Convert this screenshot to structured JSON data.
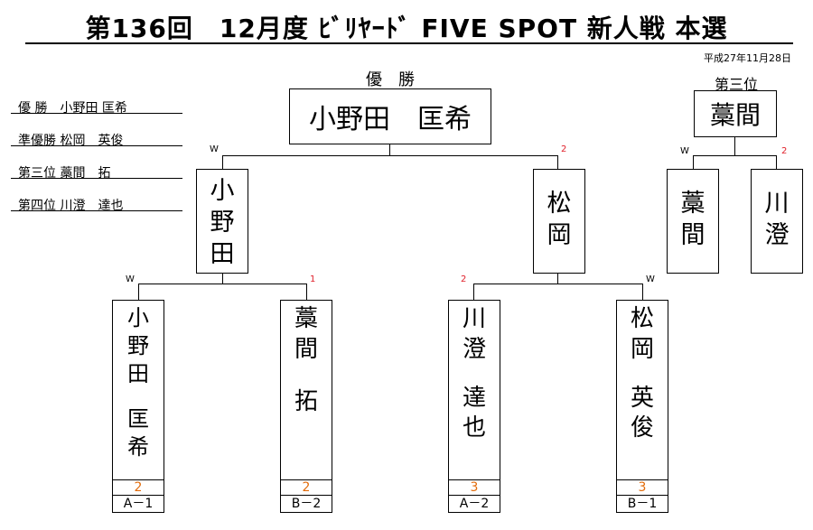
{
  "header": {
    "title": "第136回　12月度 ﾋﾞﾘﾔｰﾄﾞ FIVE SPOT 新人戦 本選",
    "date": "平成27年11月28日"
  },
  "results": [
    {
      "text": "優 勝　小野田 匡希"
    },
    {
      "text": "準優勝 松岡　英俊"
    },
    {
      "text": "第三位 藁間　拓"
    },
    {
      "text": "第四位 川澄　達也"
    }
  ],
  "labels": {
    "champion": "優　勝",
    "third_place": "第三位"
  },
  "bracket": {
    "champion_name": "小野田　匡希",
    "final": [
      {
        "chars": [
          "小",
          "野",
          "田"
        ],
        "mark": "W"
      },
      {
        "chars": [
          "松",
          "岡"
        ],
        "mark": "2"
      }
    ],
    "semis": [
      {
        "chars": [
          "小",
          "野",
          "田",
          "",
          "匡",
          "希"
        ],
        "mark": "W",
        "score": "2",
        "group": "A－1"
      },
      {
        "chars": [
          "藁",
          "間",
          "",
          "拓"
        ],
        "mark": "1",
        "score": "2",
        "group": "B－2"
      },
      {
        "chars": [
          "川",
          "澄",
          "",
          "達",
          "也"
        ],
        "mark": "2",
        "score": "3",
        "group": "A－2"
      },
      {
        "chars": [
          "松",
          "岡",
          "",
          "英",
          "俊"
        ],
        "mark": "W",
        "score": "3",
        "group": "B－1"
      }
    ]
  },
  "third_place": {
    "winner_name": "藁間",
    "players": [
      {
        "chars": [
          "藁",
          "間"
        ],
        "mark": "W"
      },
      {
        "chars": [
          "川",
          "澄"
        ],
        "mark": "2"
      }
    ]
  }
}
